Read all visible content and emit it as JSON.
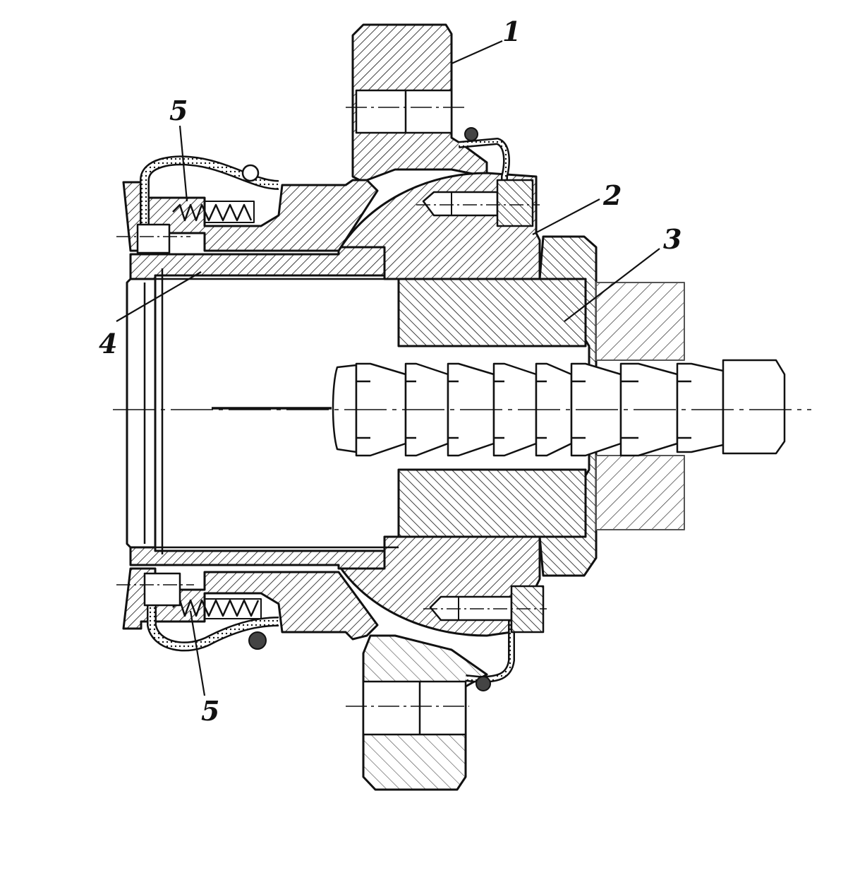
{
  "figure": {
    "labels": [
      {
        "id": "part-1",
        "text": "1"
      },
      {
        "id": "part-2",
        "text": "2"
      },
      {
        "id": "part-3",
        "text": "3"
      },
      {
        "id": "part-4",
        "text": "4"
      },
      {
        "id": "part-5-top",
        "text": "5"
      },
      {
        "id": "part-5-bottom",
        "text": "5"
      }
    ],
    "colors": {
      "ink": "#111111",
      "paper": "#ffffff",
      "faded": "#666666"
    }
  }
}
